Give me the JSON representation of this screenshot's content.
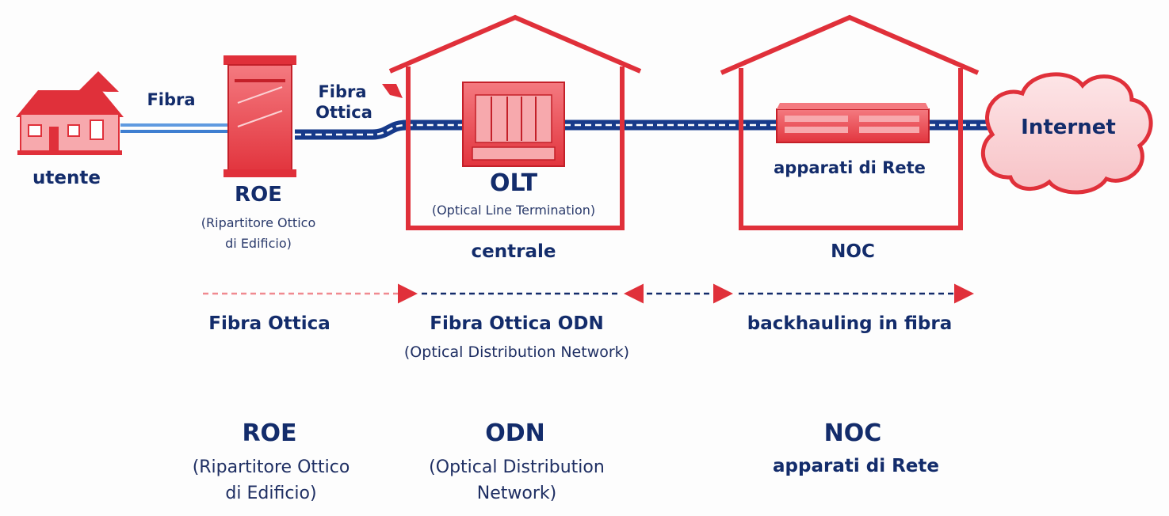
{
  "nodes": {
    "utente": "utente",
    "roe_title": "ROE",
    "roe_desc_1": "(Ripartitore Ottico",
    "roe_desc_2": "di Edificio)",
    "olt_title": "OLT",
    "olt_desc": "(Optical Line Termination)",
    "centrale": "centrale",
    "apparati": "apparati di Rete",
    "noc": "NOC",
    "internet": "Internet"
  },
  "links": {
    "fibra": "Fibra",
    "fibra_ottica_1": "Fibra",
    "fibra_ottica_2": "Ottica"
  },
  "segments": {
    "seg1": "Fibra Ottica",
    "seg2": "Fibra Ottica ODN",
    "seg2_sub": "(Optical Distribution Network)",
    "seg3": "backhauling in fibra"
  },
  "summary": {
    "roe_title": "ROE",
    "roe_desc_1": "(Ripartitore Ottico",
    "roe_desc_2": "di Edificio)",
    "odn_title": "ODN",
    "odn_desc_1": "(Optical Distribution",
    "odn_desc_2": "Network)",
    "noc_title": "NOC",
    "noc_desc": "apparati di Rete"
  },
  "colors": {
    "red": "#e0303a",
    "pink": "#f7a9ad",
    "navy": "#132c6b",
    "fiber_blue": "#3f7fd1"
  },
  "icons": [
    "house-icon",
    "roe-cabinet-icon",
    "olt-device-icon",
    "network-rack-icon",
    "internet-cloud-icon"
  ]
}
